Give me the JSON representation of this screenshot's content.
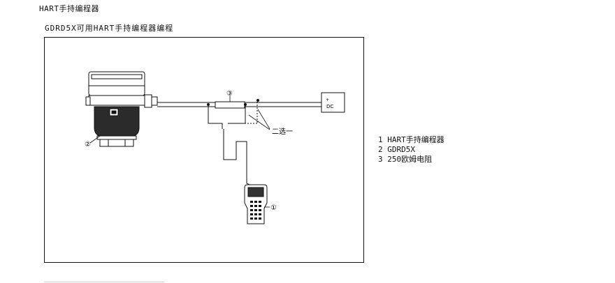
{
  "page": {
    "title": "HART手持编程器",
    "subtitle": "GDRD5X可用HART手持编程器编程"
  },
  "diagram": {
    "label_resistor_num": "③",
    "label_transmitter_num": "②",
    "label_programmer_num": "①",
    "dc_plus": "+",
    "dc_label": "DC",
    "choose_one": "二选一"
  },
  "legend": {
    "items": [
      "1 HART手持编程器",
      "2 GDRD5X",
      "3 250欧姆电阻"
    ]
  }
}
